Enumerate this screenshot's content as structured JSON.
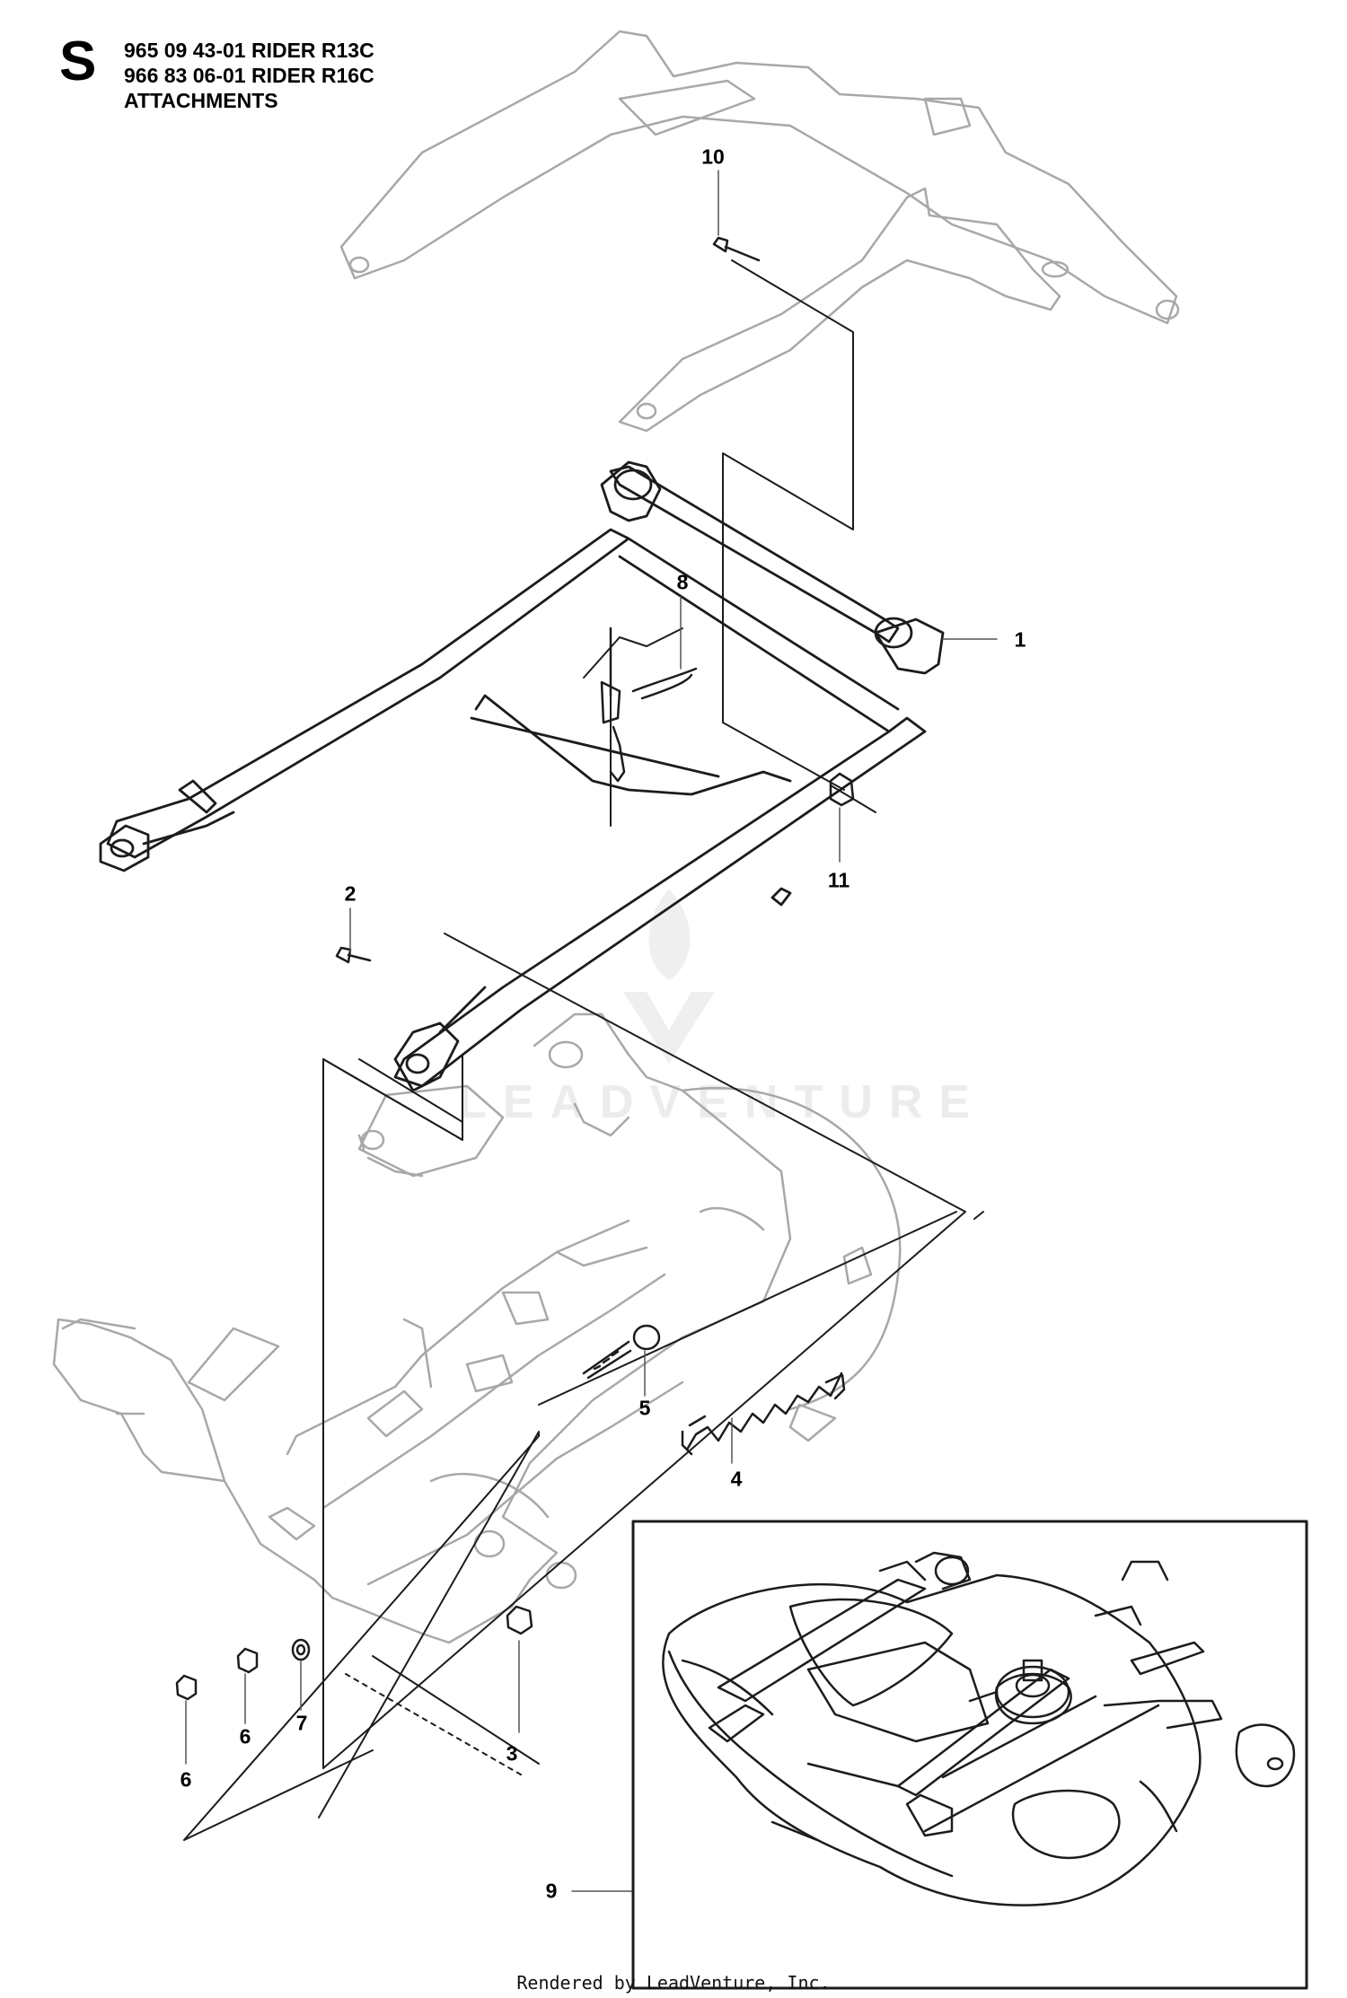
{
  "header": {
    "section_letter": "S",
    "lines": [
      "965 09 43-01 RIDER R13C",
      "966 83 06-01 RIDER R16C",
      "ATTACHMENTS"
    ]
  },
  "callouts": {
    "c1": "1",
    "c2": "2",
    "c3": "3",
    "c4": "4",
    "c5": "5",
    "c6a": "6",
    "c6b": "6",
    "c7": "7",
    "c8": "8",
    "c9": "9",
    "c10": "10",
    "c11": "11"
  },
  "watermark": {
    "text": "LEADVENTURE"
  },
  "footer": {
    "text": "Rendered by LeadVenture, Inc."
  }
}
